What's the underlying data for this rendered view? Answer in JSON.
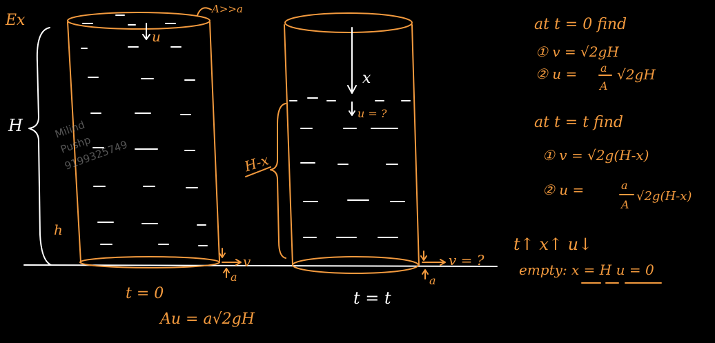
{
  "labels": {
    "ex": "Ex",
    "area_condition": "A>>a",
    "h": "H",
    "hx": "h",
    "left_u": "u",
    "left_v": "v",
    "left_a": "a",
    "left_time": "t = 0",
    "continuity": "Au = a√2gH",
    "right_x": "x",
    "right_u": "u = ?",
    "h_minus_x": "H-x",
    "right_v": "v = ?",
    "right_a": "a",
    "right_time": "t = t"
  },
  "notes": {
    "t0_heading": "at t = 0 find",
    "t0_item1": "① v = √2gH",
    "t0_item2_lhs": "② u =",
    "t0_item2_num": "a",
    "t0_item2_den": "A",
    "t0_item2_rhs": "√2gH",
    "tt_heading": "at t = t find",
    "tt_item1": "① v = √2g(H-x)",
    "tt_item2_lhs": "② u =",
    "tt_item2_num": "a",
    "tt_item2_den": "A",
    "tt_item2_rhs": "√2g(H-x)",
    "trend": "t↑ x↑ u↓",
    "empty": "empty: x = H  u = 0"
  },
  "watermark": {
    "line1": "Milind",
    "line2": "Pushp",
    "line3": "9199325749"
  },
  "colors": {
    "background": "#000000",
    "ink_orange": "#f39a3e",
    "ink_white": "#ffffff"
  }
}
